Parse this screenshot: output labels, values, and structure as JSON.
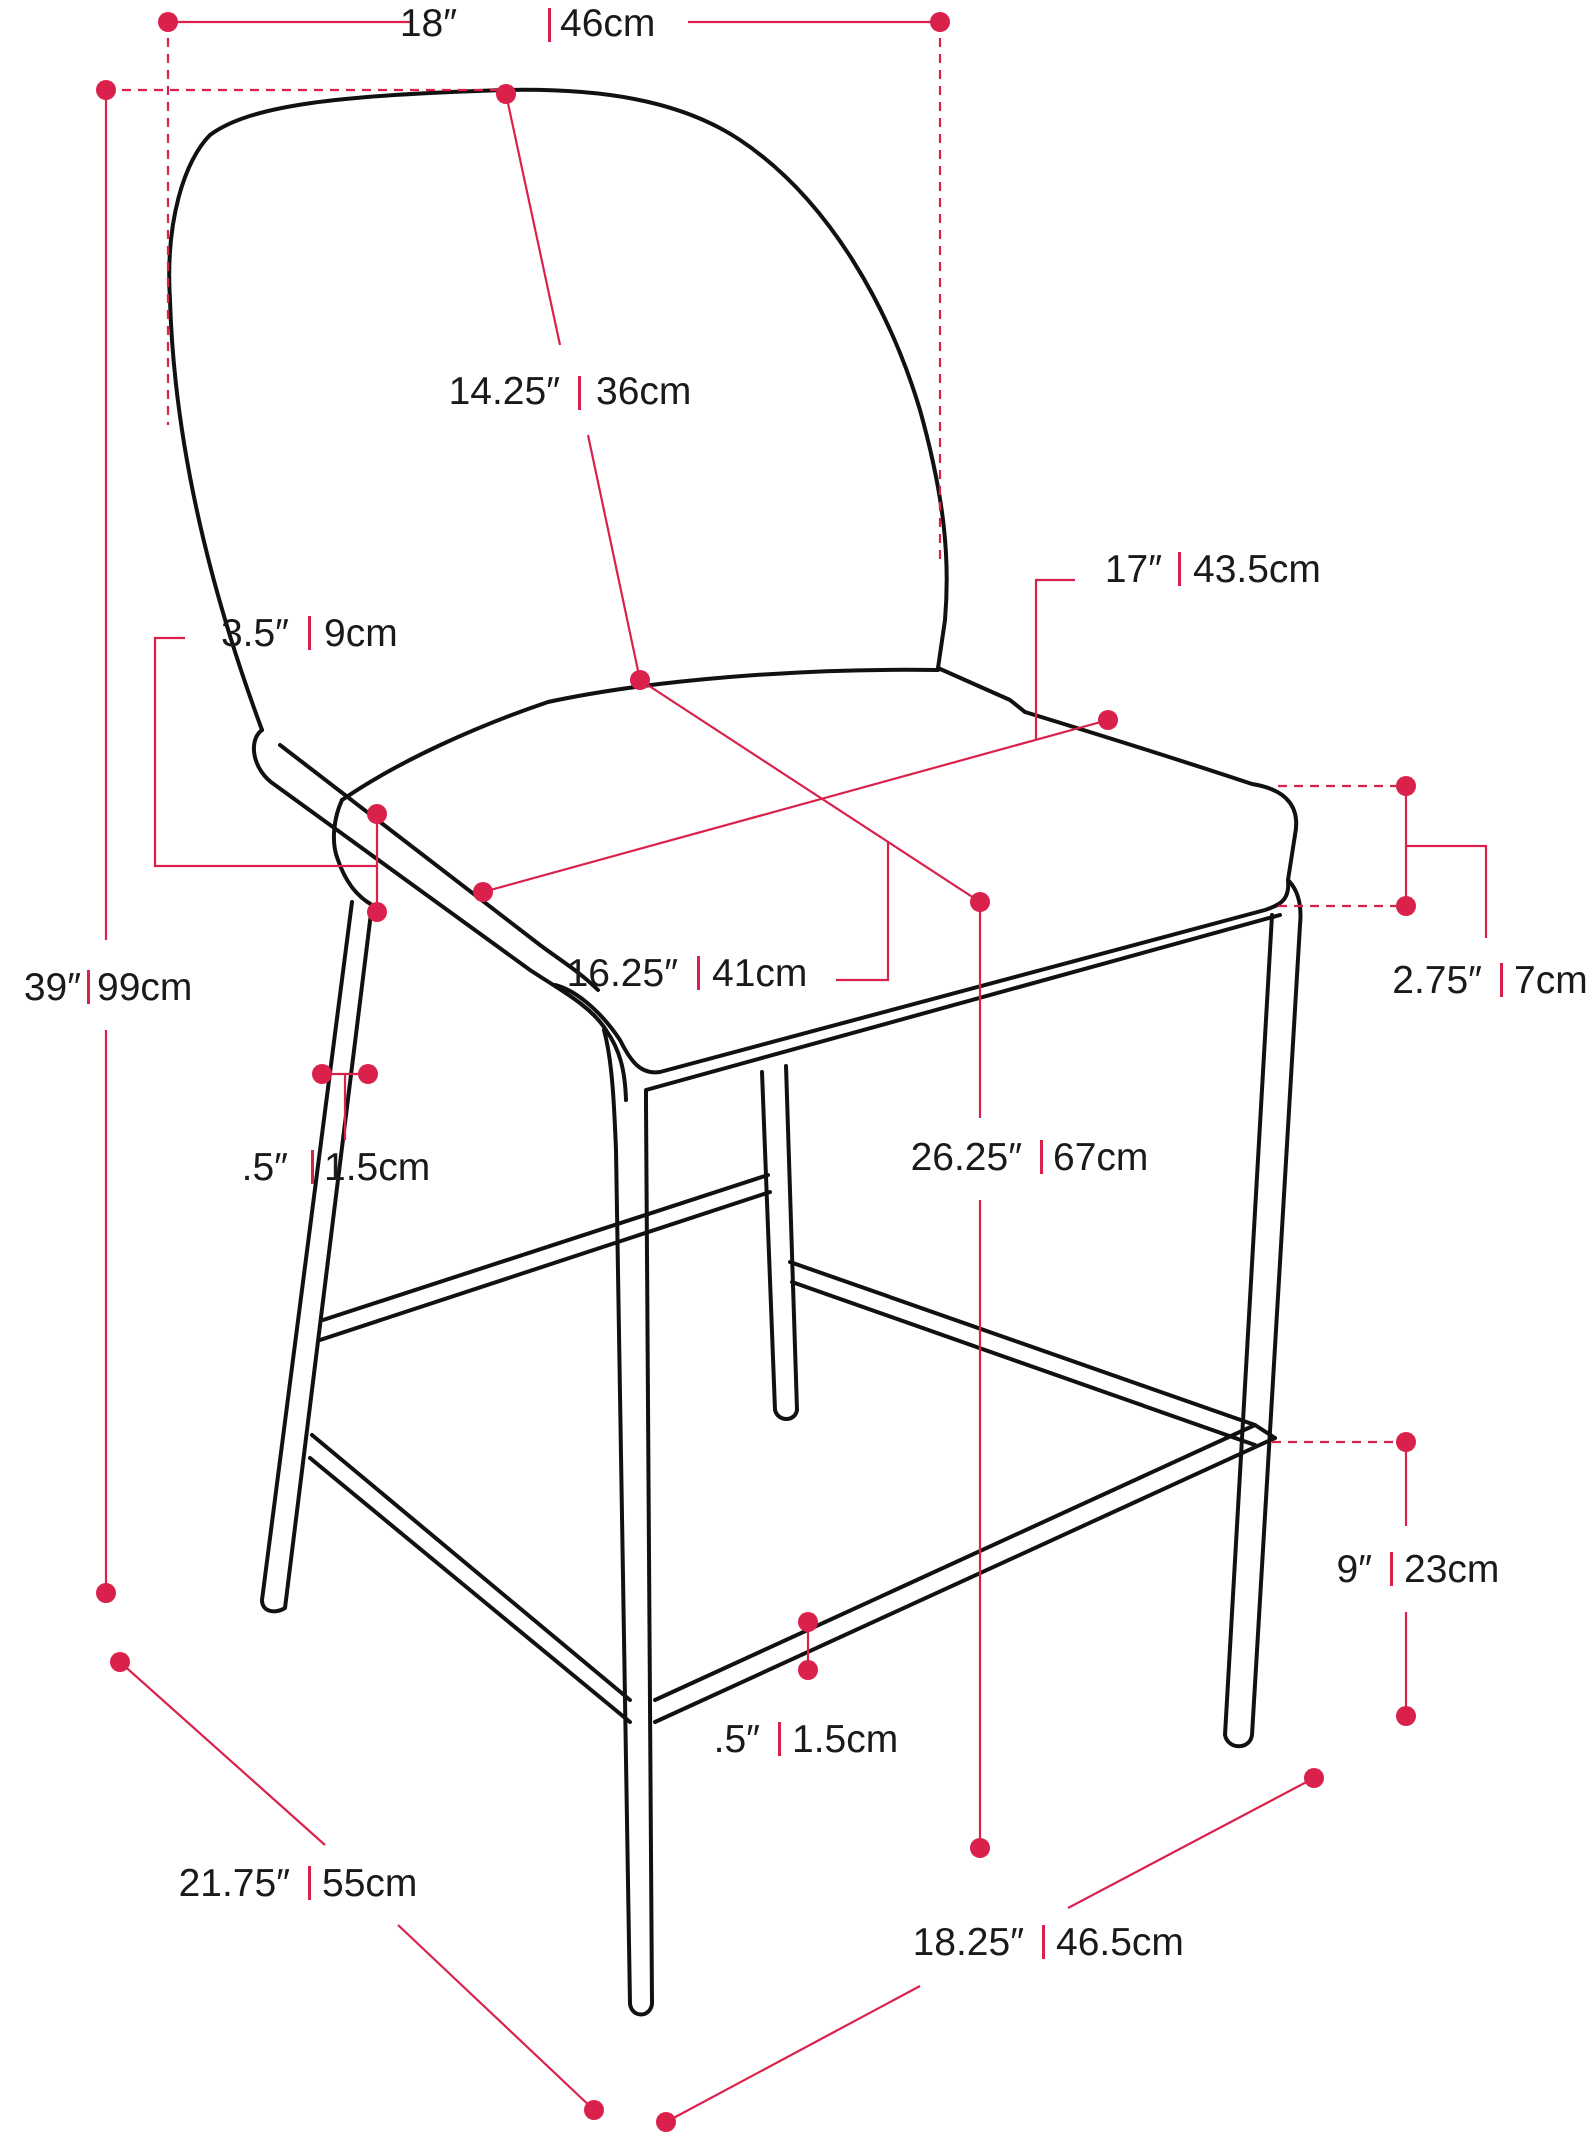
{
  "colors": {
    "accent": "#d9214b",
    "line": "#111111",
    "text": "#1a1a1a"
  },
  "dimensions": {
    "top_width": {
      "imperial": "18″",
      "metric": "46cm"
    },
    "back_height": {
      "imperial": "14.25″",
      "metric": "36cm"
    },
    "seat_width": {
      "imperial": "17″",
      "metric": "43.5cm"
    },
    "armrest_height": {
      "imperial": "3.5″",
      "metric": "9cm"
    },
    "seat_depth": {
      "imperial": "16.25″",
      "metric": "41cm"
    },
    "total_height": {
      "imperial": "39″",
      "metric": "99cm"
    },
    "seat_thickness": {
      "imperial": "2.75″",
      "metric": "7cm"
    },
    "frame_tube": {
      "imperial": ".5″",
      "metric": "1.5cm"
    },
    "seat_height": {
      "imperial": "26.25″",
      "metric": "67cm"
    },
    "footrest_height": {
      "imperial": "9″",
      "metric": "23cm"
    },
    "footrest_tube": {
      "imperial": ".5″",
      "metric": "1.5cm"
    },
    "overall_depth": {
      "imperial": "21.75″",
      "metric": "55cm"
    },
    "overall_width": {
      "imperial": "18.25″",
      "metric": "46.5cm"
    }
  }
}
